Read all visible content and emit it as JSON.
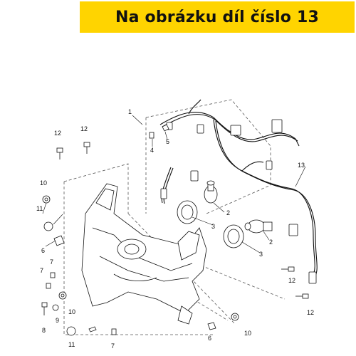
{
  "banner": {
    "text": "Na obrázku díl číslo 13",
    "color": "#ffd400"
  },
  "callouts": [
    {
      "id": "callout-1",
      "number": "1"
    },
    {
      "id": "callout-2a",
      "number": "2"
    },
    {
      "id": "callout-2b",
      "number": "2"
    },
    {
      "id": "callout-3a",
      "number": "3"
    },
    {
      "id": "callout-3b",
      "number": "3"
    },
    {
      "id": "callout-4",
      "number": "4"
    },
    {
      "id": "callout-5",
      "number": "5"
    },
    {
      "id": "callout-6",
      "number": "6"
    },
    {
      "id": "callout-6b",
      "number": "6"
    },
    {
      "id": "callout-7a",
      "number": "7"
    },
    {
      "id": "callout-7b",
      "number": "7"
    },
    {
      "id": "callout-7c",
      "number": "7"
    },
    {
      "id": "callout-8",
      "number": "8"
    },
    {
      "id": "callout-9",
      "number": "9"
    },
    {
      "id": "callout-10a",
      "number": "10"
    },
    {
      "id": "callout-10b",
      "number": "10"
    },
    {
      "id": "callout-10c",
      "number": "10"
    },
    {
      "id": "callout-11a",
      "number": "11"
    },
    {
      "id": "callout-11b",
      "number": "11"
    },
    {
      "id": "callout-12a",
      "number": "12"
    },
    {
      "id": "callout-12b",
      "number": "12"
    },
    {
      "id": "callout-12c",
      "number": "12"
    },
    {
      "id": "callout-12d",
      "number": "12"
    },
    {
      "id": "callout-13",
      "number": "13"
    }
  ]
}
